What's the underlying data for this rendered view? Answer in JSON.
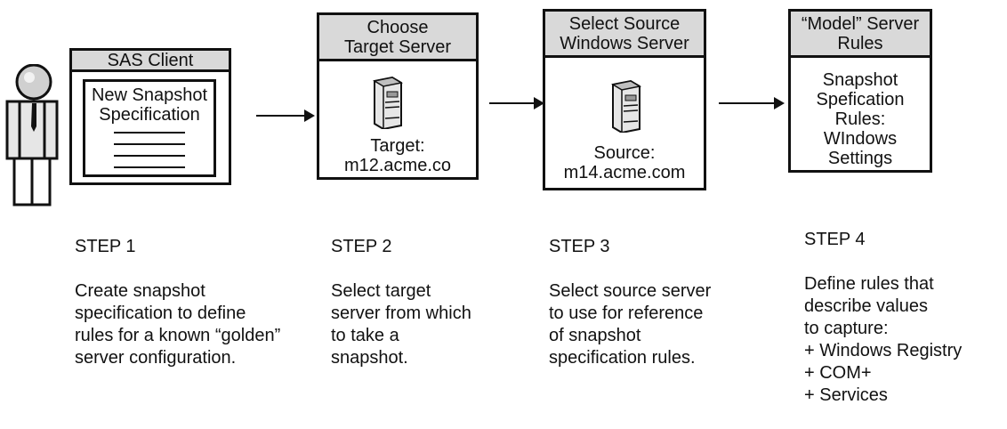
{
  "steps": [
    {
      "header": "SAS Client",
      "inner_title": "New Snapshot\nSpecification",
      "step_title": "STEP 1",
      "step_desc": "Create snapshot\nspecification to define\nrules for a known “golden”\nserver configuration."
    },
    {
      "header": "Choose\nTarget Server",
      "server_caption": "Target:\nm12.acme.co",
      "step_title": "STEP 2",
      "step_desc": "Select target\nserver from which\nto take a\nsnapshot."
    },
    {
      "header": "Select Source\nWindows Server",
      "server_caption": "Source:\nm14.acme.com",
      "step_title": "STEP 3",
      "step_desc": "Select source server\nto use for reference\nof snapshot\nspecification rules."
    },
    {
      "header": "“Model” Server\nRules",
      "rules_text": "Snapshot\nSpefication\nRules:\nWIndows\nSettings",
      "step_title": "STEP 4",
      "step_desc": "Define rules that\ndescribe values\nto capture:\n+ Windows Registry\n+ COM+\n+ Services"
    }
  ],
  "icons": {
    "user": "person-icon",
    "server": "server-icon",
    "arrow": "arrow-right-icon"
  },
  "colors": {
    "header_fill": "#d9d9d9",
    "outline": "#111111",
    "server_fill": "#e6e6e6"
  }
}
